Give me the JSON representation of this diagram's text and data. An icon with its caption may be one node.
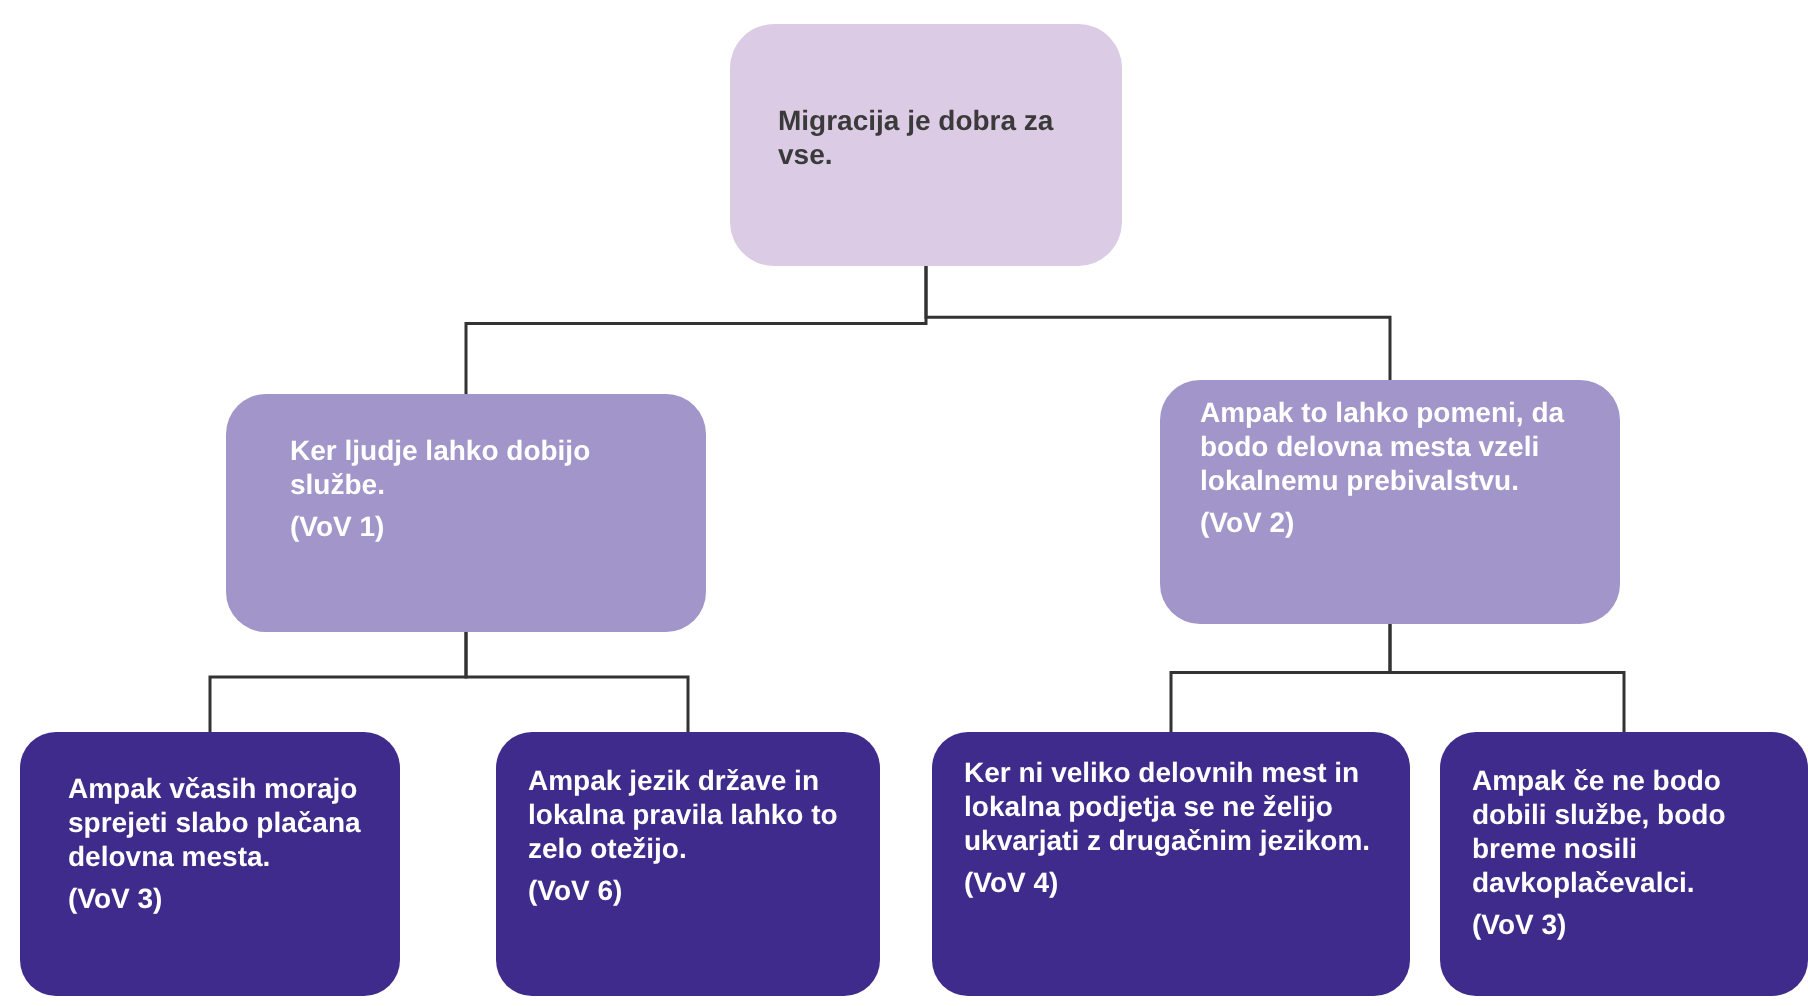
{
  "diagram": {
    "nodes": [
      {
        "text": [
          "Migracija je dobra za vse."
        ]
      },
      {
        "text": [
          "Ker ljudje lahko dobijo službe.",
          "(VoV 1)"
        ]
      },
      {
        "text": [
          "Ampak to lahko pomeni, da bodo delovna mesta vzeli lokalnemu prebivalstvu.",
          "(VoV 2)"
        ]
      },
      {
        "text": [
          "Ampak včasih morajo sprejeti slabo plačana delovna mesta.",
          "(VoV 3)"
        ]
      },
      {
        "text": [
          "Ampak jezik države in lokalna pravila lahko to zelo otežijo.",
          "(VoV 6)"
        ]
      },
      {
        "text": [
          "Ker ni veliko delovnih mest in lokalna podjetja se ne želijo ukvarjati z drugačnim jezikom.",
          "(VoV 4)"
        ]
      },
      {
        "text": [
          "Ampak če ne bodo dobili službe, bodo breme nosili davkoplačevalci.",
          "(VoV 3)"
        ]
      }
    ],
    "edges": [
      {
        "from": 0,
        "to": 1,
        "arrow": "none"
      },
      {
        "from": 0,
        "to": 2,
        "arrow": "none"
      },
      {
        "from": 1,
        "to": 3,
        "arrow": "none"
      },
      {
        "from": 1,
        "to": 4,
        "arrow": "none"
      },
      {
        "from": 2,
        "to": 5,
        "arrow": "none"
      },
      {
        "from": 2,
        "to": 6,
        "arrow": "none"
      }
    ]
  }
}
